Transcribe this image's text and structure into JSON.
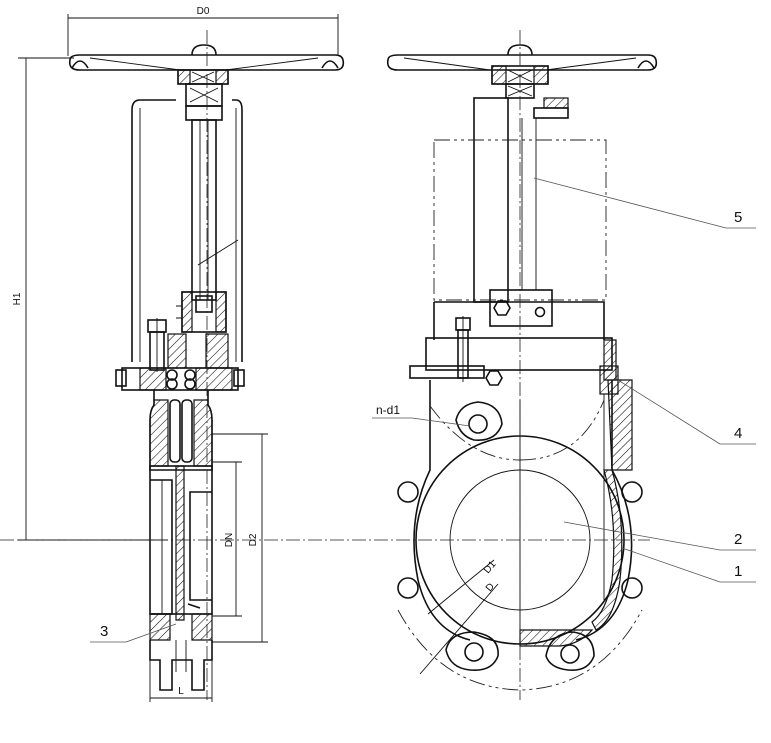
{
  "dimensions": {
    "D0": "D0",
    "H1": "H1",
    "DN": "DN",
    "D2": "D2",
    "L": "L",
    "n_d1": "n-d1",
    "D1": "D1",
    "D": "D"
  },
  "part_numbers": {
    "p1": "1",
    "p2": "2",
    "p3": "3",
    "p4": "4",
    "p5": "5"
  }
}
